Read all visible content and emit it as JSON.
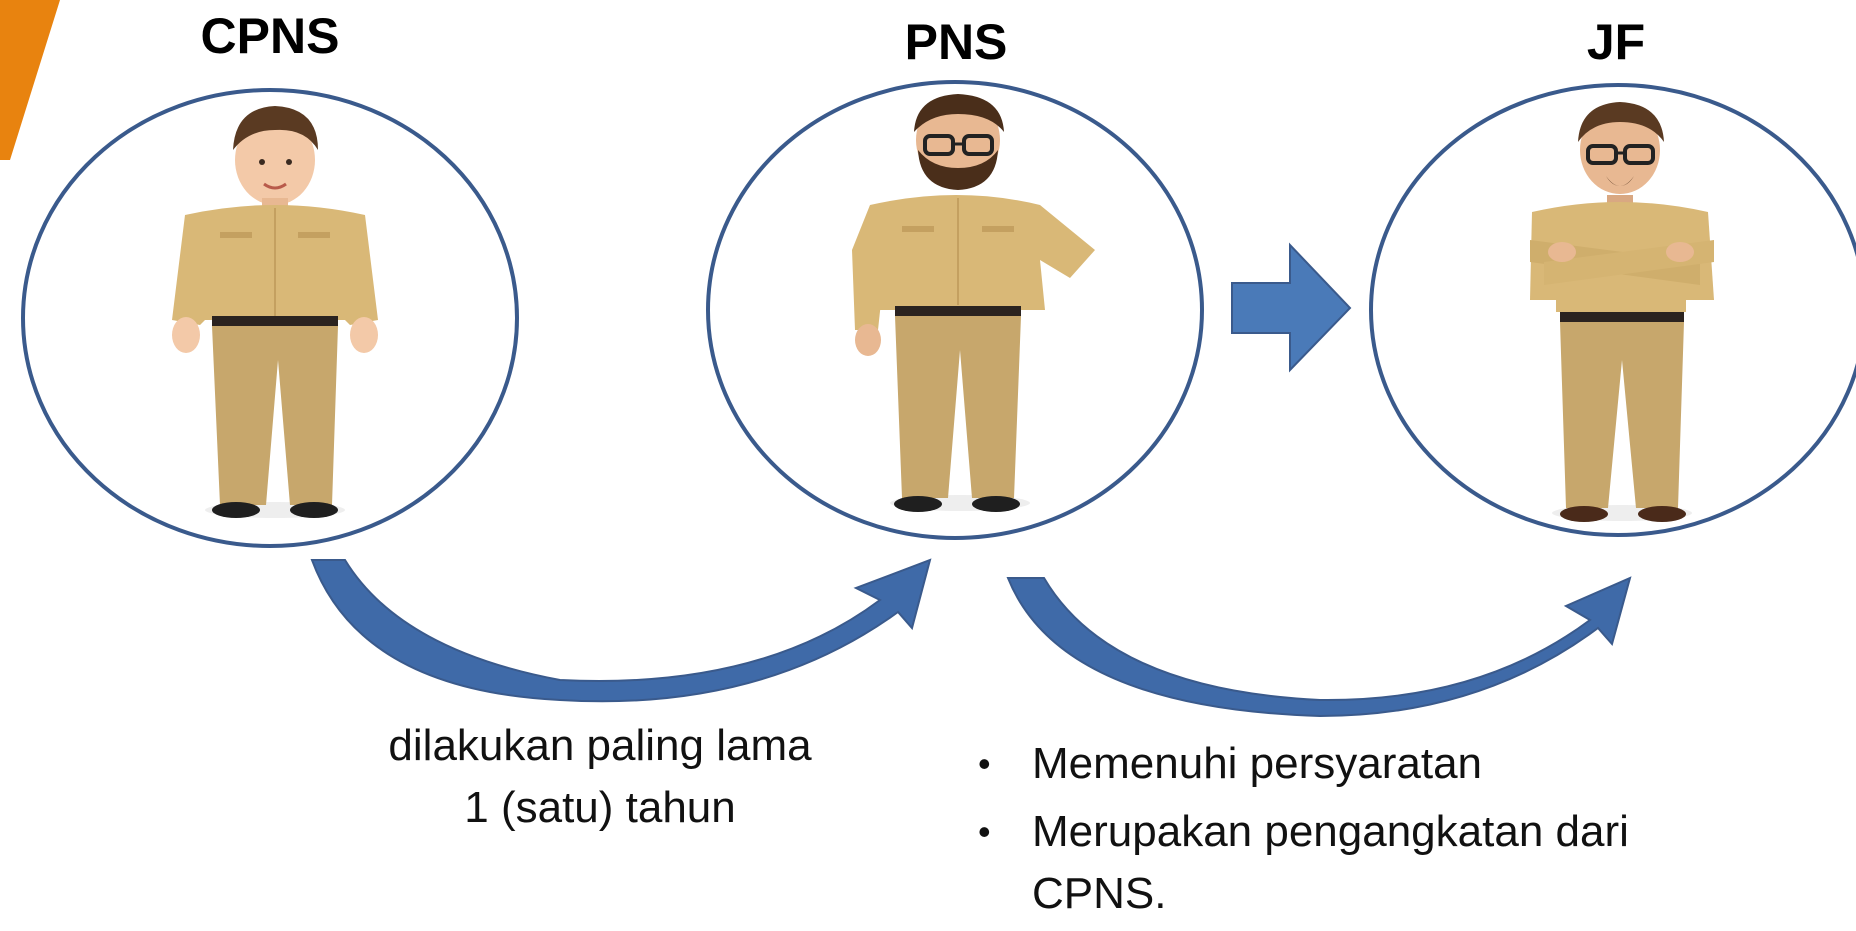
{
  "colors": {
    "accent": "#e8830f",
    "circle_stroke": "#3a5a8c",
    "arrow_fill": "#4a7ab8",
    "curved_arrow_fill": "#3f6aa8",
    "uniform_shirt": "#d9b877",
    "uniform_pants": "#c7a76c"
  },
  "stages": [
    {
      "label": "CPNS",
      "icon": "civil-servant-candidate-figure"
    },
    {
      "label": "PNS",
      "icon": "civil-servant-bearded-figure"
    },
    {
      "label": "JF",
      "icon": "functional-officer-arms-crossed-figure"
    }
  ],
  "transition_1": {
    "caption_line1": "dilakukan paling lama",
    "caption_line2": "1 (satu) tahun"
  },
  "transition_2": {
    "bullet_1": "Memenuhi persyaratan",
    "bullet_2": "Merupakan pengangkatan dari",
    "bullet_2_cont": "CPNS."
  }
}
